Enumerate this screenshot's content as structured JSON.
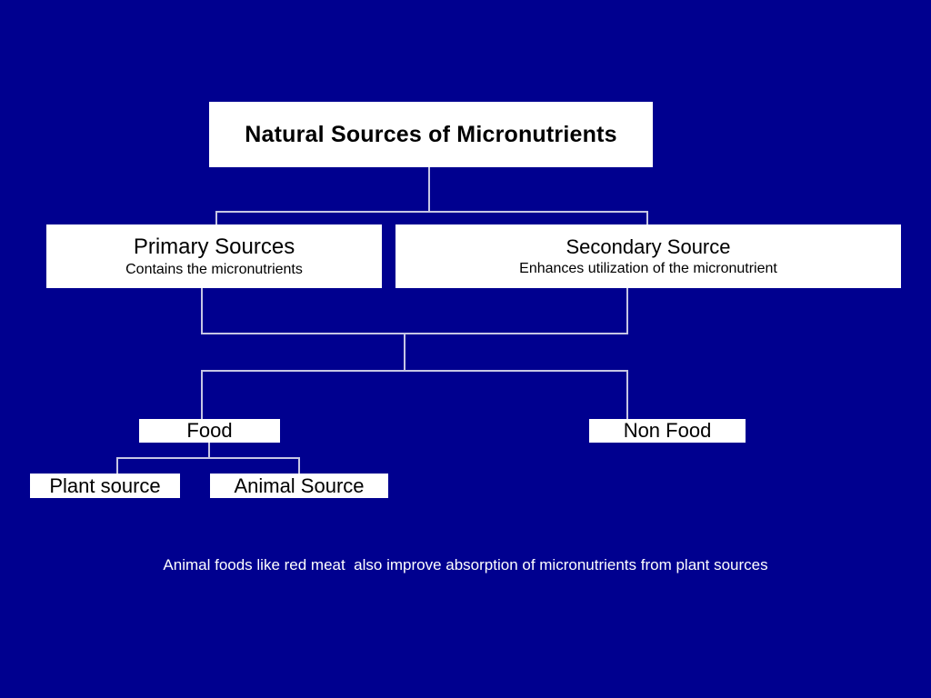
{
  "slide": {
    "background_color": "#00008F",
    "connector_color": "#C6C6E4",
    "box_fill_color": "#FFFFFF",
    "box_text_color": "#000000",
    "caption_text_color": "#FFFFFF"
  },
  "title_box": {
    "label": "Natural Sources of Micronutrients"
  },
  "primary_box": {
    "label": "Primary Sources",
    "sublabel": "Contains the micronutrients"
  },
  "secondary_box": {
    "label": "Secondary Source",
    "sublabel": "Enhances utilization of the micronutrient"
  },
  "food_box": {
    "label": "Food"
  },
  "non_food_box": {
    "label": "Non Food"
  },
  "plant_source_box": {
    "label": "Plant source"
  },
  "animal_source_box": {
    "label": "Animal Source"
  },
  "caption": {
    "text": "Animal foods like red meat  also improve absorption of micronutrients from plant sources"
  }
}
